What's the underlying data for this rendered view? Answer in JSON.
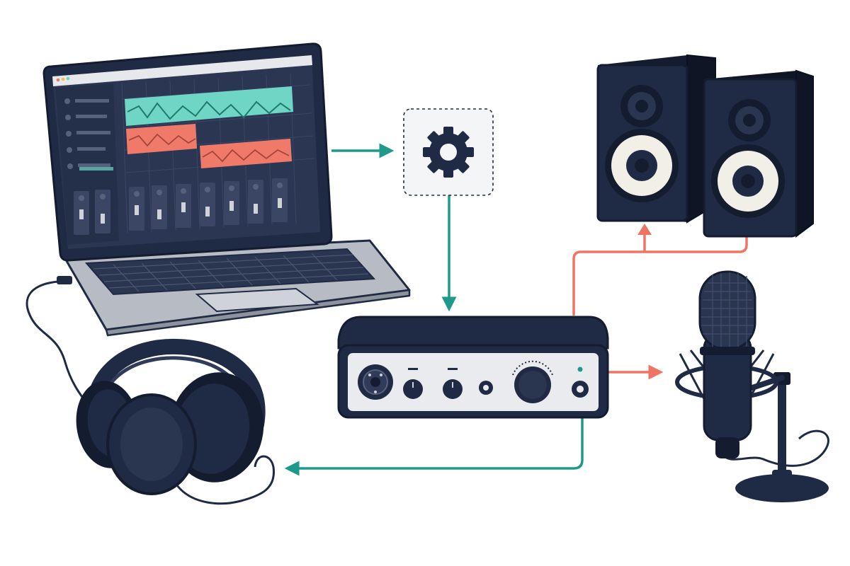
{
  "colors": {
    "navy": "#1f2a44",
    "navy_dark": "#141c30",
    "teal": "#1f9a8a",
    "coral": "#f07464",
    "waveform_teal": "#6fd6c6",
    "waveform_coral": "#f07a6a",
    "silver": "#c9ccd3",
    "panel_light": "#e9ebef",
    "cone_light": "#f1efe6",
    "background": "#ffffff"
  },
  "nodes": [
    {
      "id": "laptop",
      "icon": "laptop-daw-icon"
    },
    {
      "id": "processing",
      "icon": "gear-icon"
    },
    {
      "id": "audio-interface",
      "icon": "audio-interface-icon"
    },
    {
      "id": "studio-monitors",
      "icon": "speaker-icon"
    },
    {
      "id": "microphone",
      "icon": "microphone-icon"
    },
    {
      "id": "headphones",
      "icon": "headphones-icon"
    }
  ],
  "connections": [
    {
      "from": "laptop",
      "to": "processing",
      "color": "teal"
    },
    {
      "from": "processing",
      "to": "audio-interface",
      "color": "teal"
    },
    {
      "from": "audio-interface",
      "to": "studio-monitors",
      "color": "coral"
    },
    {
      "from": "audio-interface",
      "to": "microphone",
      "color": "coral"
    },
    {
      "from": "audio-interface",
      "to": "headphones",
      "color": "teal"
    }
  ],
  "daw": {
    "tracks": [
      {
        "name": "track-1",
        "color": "waveform_teal"
      },
      {
        "name": "track-2",
        "color": "waveform_coral"
      },
      {
        "name": "track-3",
        "color": "waveform_coral"
      }
    ],
    "mixer_channels": 9
  }
}
